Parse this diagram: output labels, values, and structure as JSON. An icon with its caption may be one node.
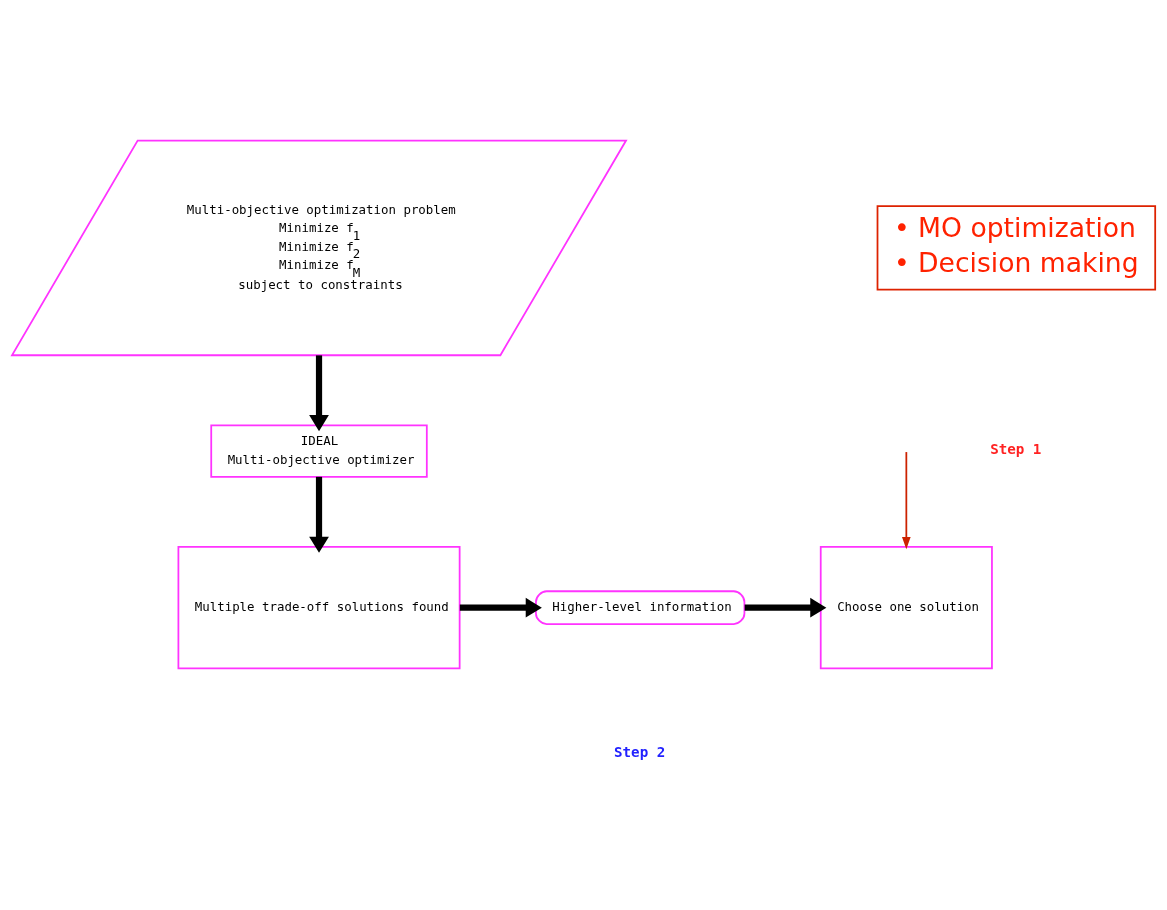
{
  "diagram": {
    "nodes": [
      {
        "text": [
          "Multi-objective optimization problem",
          "Minimize f$_{1}$",
          "Minimize f$_{2}$",
          "Minimize f$_{M}$",
          "subject to constraints"
        ]
      },
      {
        "text": [
          "IDEAL",
          "Multi-objective optimizer"
        ]
      },
      {
        "text": [
          "Multiple trade-off solutions found"
        ]
      },
      {
        "text": [
          "Higher-level information"
        ]
      },
      {
        "text": [
          "Choose one solution"
        ]
      },
      {
        "text": [
          "• MO optimization",
          "• Decision making"
        ]
      }
    ],
    "edges": [
      {
        "from": 0,
        "to": 1,
        "arrow": "to"
      },
      {
        "from": 1,
        "to": 2,
        "arrow": "to"
      },
      {
        "from": 2,
        "to": 3,
        "arrow": "to"
      },
      {
        "from": 3,
        "to": 4,
        "arrow": "to"
      },
      {
        "from": null,
        "to": 4,
        "arrow": "to",
        "color": "#cc2200"
      }
    ],
    "labels": [
      "Step 1",
      "Step 2"
    ]
  }
}
